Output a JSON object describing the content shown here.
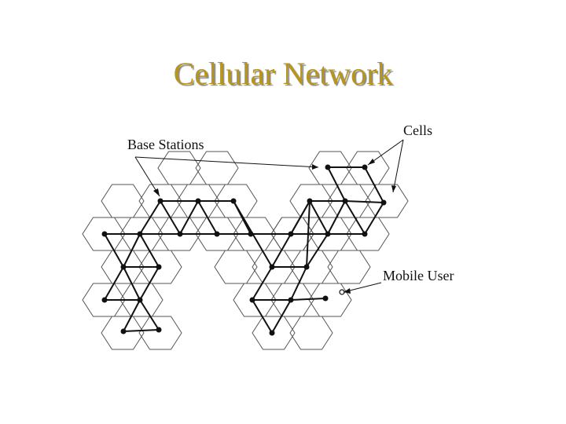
{
  "title": "Cellular Network",
  "labels": {
    "base_stations": "Base Stations",
    "cells": "Cells",
    "mobile_user": "Mobile User"
  },
  "colors": {
    "title": "#b8961e",
    "title_shadow": "#8a8a8a",
    "lines": "#111111",
    "cell_outline": "#555555"
  }
}
